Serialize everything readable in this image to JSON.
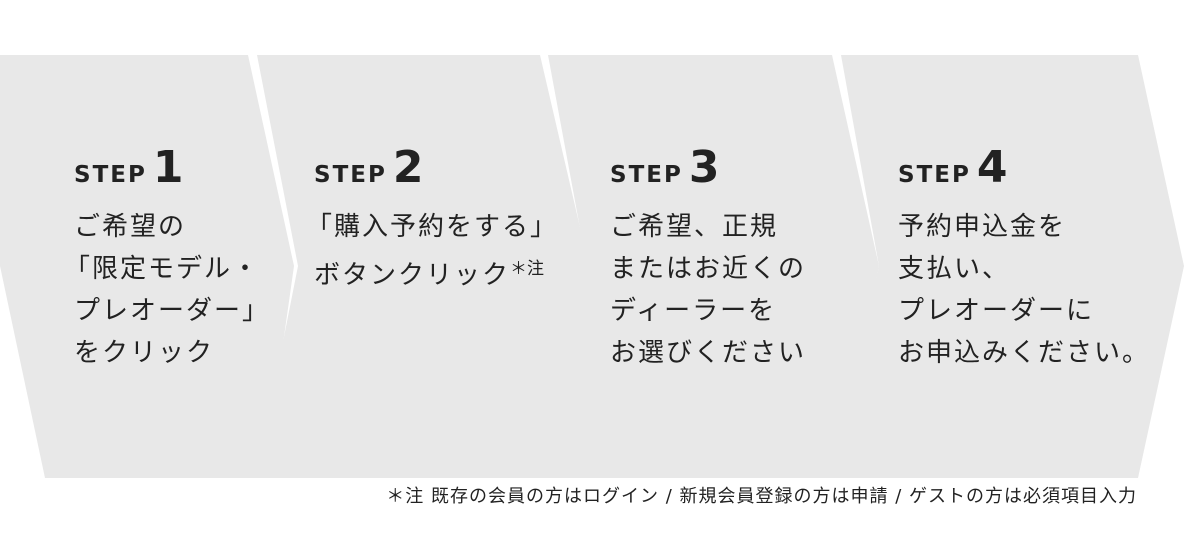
{
  "colors": {
    "panel_fill": "#e8e8e8",
    "text": "#222222",
    "background": "#ffffff"
  },
  "steps": [
    {
      "word": "STEP",
      "number": "1",
      "lines": [
        "ご希望の",
        "「限定モデル・",
        "プレオーダー」",
        "をクリック"
      ],
      "note": ""
    },
    {
      "word": "STEP",
      "number": "2",
      "lines": [
        "「購入予約をする」",
        "ボタンクリック"
      ],
      "note": "＊注"
    },
    {
      "word": "STEP",
      "number": "3",
      "lines": [
        "ご希望、正規",
        "またはお近くの",
        "ディーラーを",
        "お選びください"
      ],
      "note": ""
    },
    {
      "word": "STEP",
      "number": "4",
      "lines": [
        "予約申込金を",
        "支払い、",
        "プレオーダーに",
        "お申込みください。"
      ],
      "note": ""
    }
  ],
  "footnote": "＊注  既存の会員の方はログイン / 新規会員登録の方は申請 / ゲストの方は必須項目入力"
}
